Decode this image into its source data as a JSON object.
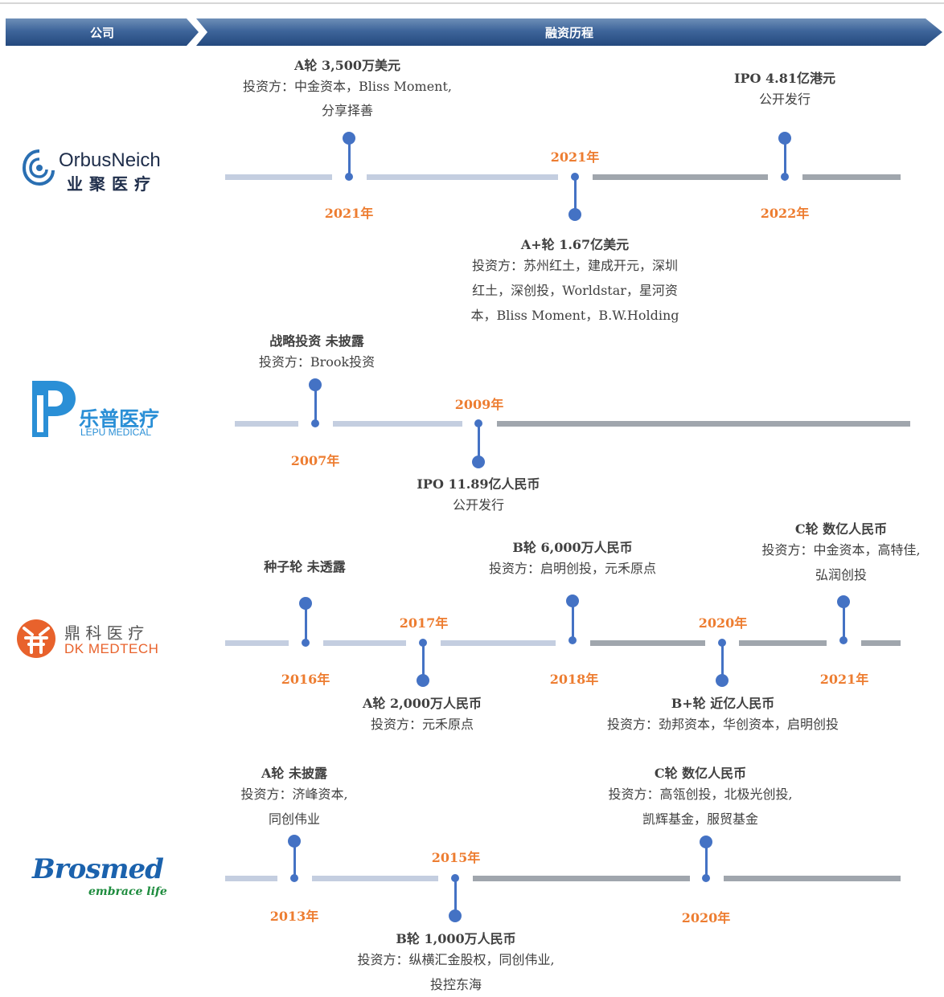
{
  "header": {
    "company": "公司",
    "history": "融资历程"
  },
  "companies": [
    {
      "logo": {
        "line1": "OrbusNeich",
        "line2": "业聚医疗",
        "icon": "orbusneich-logo"
      },
      "events": [
        {
          "year": "2021年",
          "title": "A轮 3,500万美元",
          "desc": [
            "投资方：中金资本，Bliss Moment,",
            "分享择善"
          ]
        },
        {
          "year": "2021年",
          "title": "A+轮 1.67亿美元",
          "desc": [
            "投资方：苏州红土，建成开元，深圳",
            "红土，深创投，Worldstar，星河资",
            "本，Bliss Moment，B.W.Holding"
          ]
        },
        {
          "year": "2022年",
          "title": "IPO 4.81亿港元",
          "desc": [
            "公开发行"
          ]
        }
      ]
    },
    {
      "logo": {
        "line1": "乐普医疗",
        "line2": "LEPU MEDICAL",
        "icon": "lepu-logo"
      },
      "events": [
        {
          "year": "2007年",
          "title": "战略投资 未披露",
          "desc": [
            "投资方：Brook投资"
          ]
        },
        {
          "year": "2009年",
          "title": "IPO 11.89亿人民币",
          "desc": [
            "公开发行"
          ]
        }
      ]
    },
    {
      "logo": {
        "line1": "鼎 科 医 疗",
        "line2": "DK MEDTECH",
        "icon": "dk-medtech-logo"
      },
      "events": [
        {
          "year": "2016年",
          "title": "种子轮 未透露",
          "desc": []
        },
        {
          "year": "2017年",
          "title": "A轮 2,000万人民币",
          "desc": [
            "投资方：元禾原点"
          ]
        },
        {
          "year": "2018年",
          "title": "B轮 6,000万人民币",
          "desc": [
            "投资方：启明创投，元禾原点"
          ]
        },
        {
          "year": "2020年",
          "title": "B+轮 近亿人民币",
          "desc": [
            "投资方：劲邦资本，华创资本，启明创投"
          ]
        },
        {
          "year": "2021年",
          "title": "C轮 数亿人民币",
          "desc": [
            "投资方：中金资本，高特佳,",
            "弘润创投"
          ]
        }
      ]
    },
    {
      "logo": {
        "line1": "Brosmed",
        "line2": "embrace life",
        "icon": "brosmed-logo"
      },
      "events": [
        {
          "year": "2013年",
          "title": "A轮 未披露",
          "desc": [
            "投资方：济峰资本,",
            "同创伟业"
          ]
        },
        {
          "year": "2015年",
          "title": "B轮 1,000万人民币",
          "desc": [
            "投资方：纵横汇金股权，同创伟业,",
            "投控东海"
          ]
        },
        {
          "year": "2020年",
          "title": "C轮 数亿人民币",
          "desc": [
            "投资方：高瓴创投，北极光创投,",
            "凯辉基金，服贸基金"
          ]
        }
      ]
    }
  ],
  "colors": {
    "header": "#2f5789",
    "marker": "#4472c4",
    "year": "#ed7d31",
    "track_light": "#c4cee0",
    "track_dark": "#a0a6ad",
    "orbus": "#2a6fb2",
    "lepu": "#2a8fd6",
    "dk": "#e8622c",
    "brosmed_blue": "#1b62ad",
    "brosmed_green": "#1e8c3e"
  }
}
